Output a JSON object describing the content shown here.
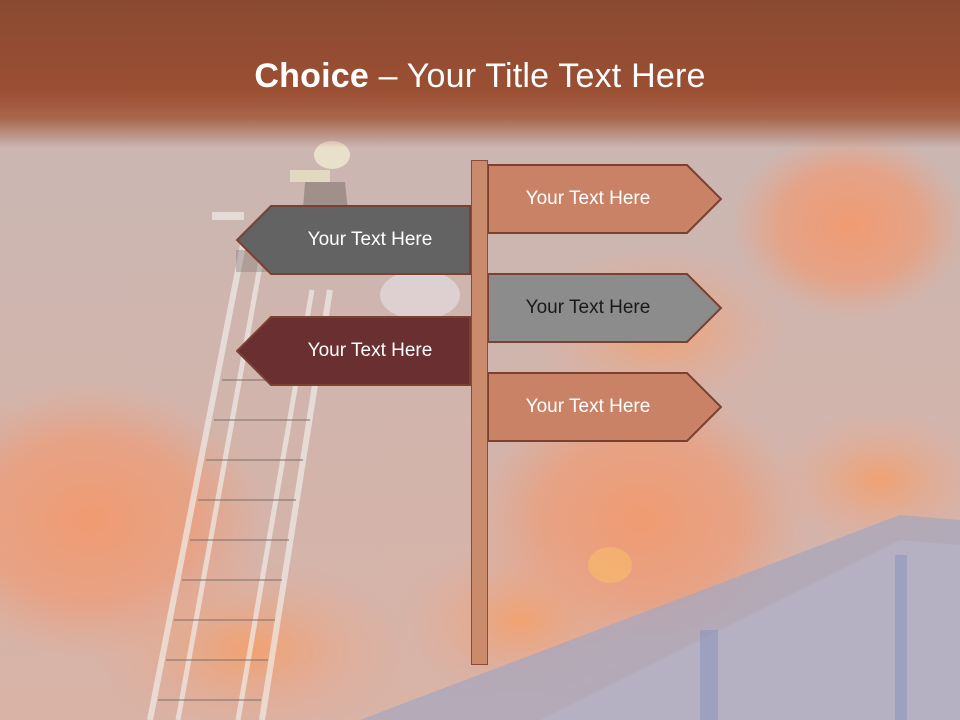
{
  "slide": {
    "title_strong": "Choice",
    "title_rest": " – Your Title Text Here"
  },
  "signs": {
    "right_top": {
      "label": "Your Text Here",
      "fill": "#c98266",
      "text_color": "#ffffff"
    },
    "right_middle": {
      "label": "Your Text Here",
      "fill": "#8c8c8c",
      "text_color": "#1a1a1a"
    },
    "right_bottom": {
      "label": "Your Text Here",
      "fill": "#c98266",
      "text_color": "#ffffff"
    },
    "left_top": {
      "label": "Your Text Here",
      "fill": "#636363",
      "text_color": "#ffffff"
    },
    "left_bottom": {
      "label": "Your Text Here",
      "fill": "#692f31",
      "text_color": "#ffffff"
    }
  },
  "colors": {
    "title_band": "#9b4f33",
    "pole": "#c98b6c",
    "sign_border": "#7a4030"
  }
}
